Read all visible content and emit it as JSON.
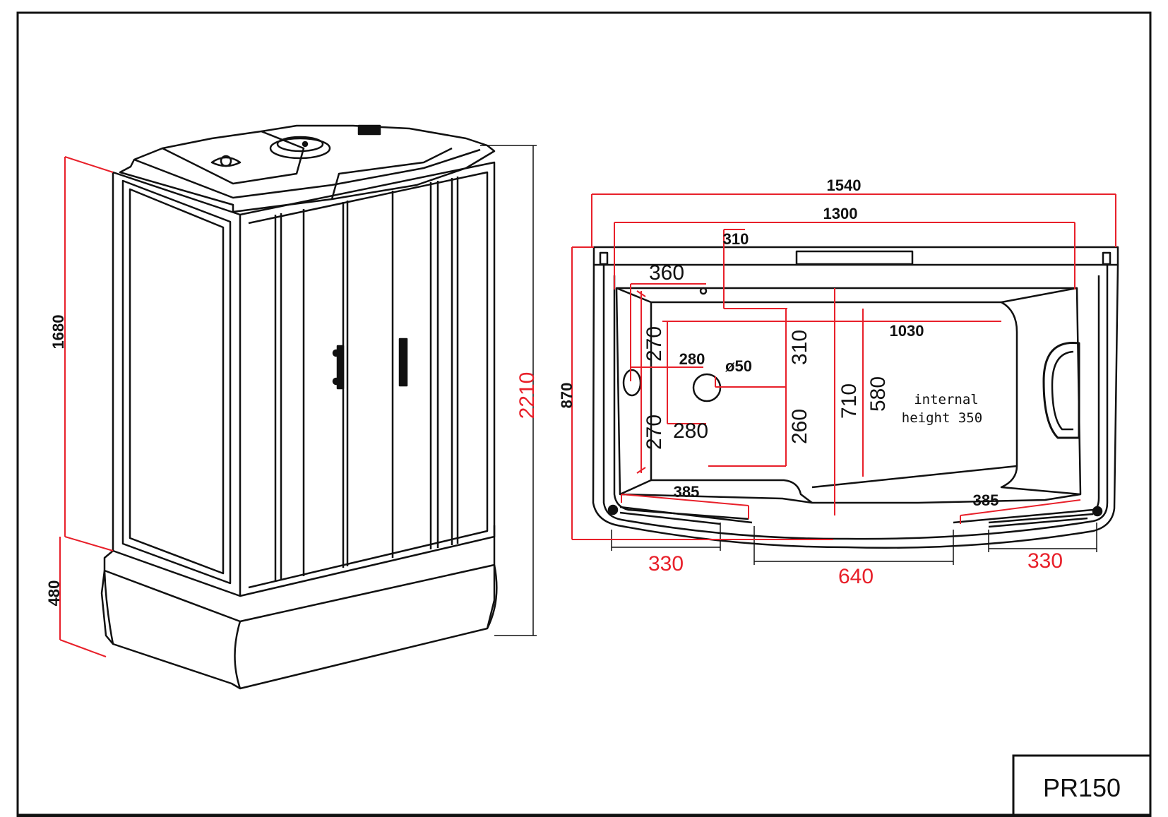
{
  "title_block": {
    "model": "PR150"
  },
  "colors": {
    "line": "#111111",
    "dimension": "#e8202a",
    "background": "#ffffff"
  },
  "side_view": {
    "dim_upper": "1680",
    "dim_lower": "480",
    "dim_total_height": "2210"
  },
  "plan_view": {
    "dim_overall_width": "1540",
    "dim_inner_width": "1300",
    "dim_depth": "870",
    "dim_310_top": "310",
    "dim_360": "360",
    "dim_270_upper": "270",
    "dim_270_lower": "270",
    "dim_280_upper": "280",
    "dim_280_lower": "280",
    "dim_drain": "ø50",
    "dim_310_right": "310",
    "dim_260": "260",
    "dim_710": "710",
    "dim_580": "580",
    "dim_1030": "1030",
    "dim_385_left": "385",
    "dim_385_right": "385",
    "dim_330_left": "330",
    "dim_640": "640",
    "dim_330_right": "330",
    "note_line1": "internal",
    "note_line2": "height 350"
  }
}
